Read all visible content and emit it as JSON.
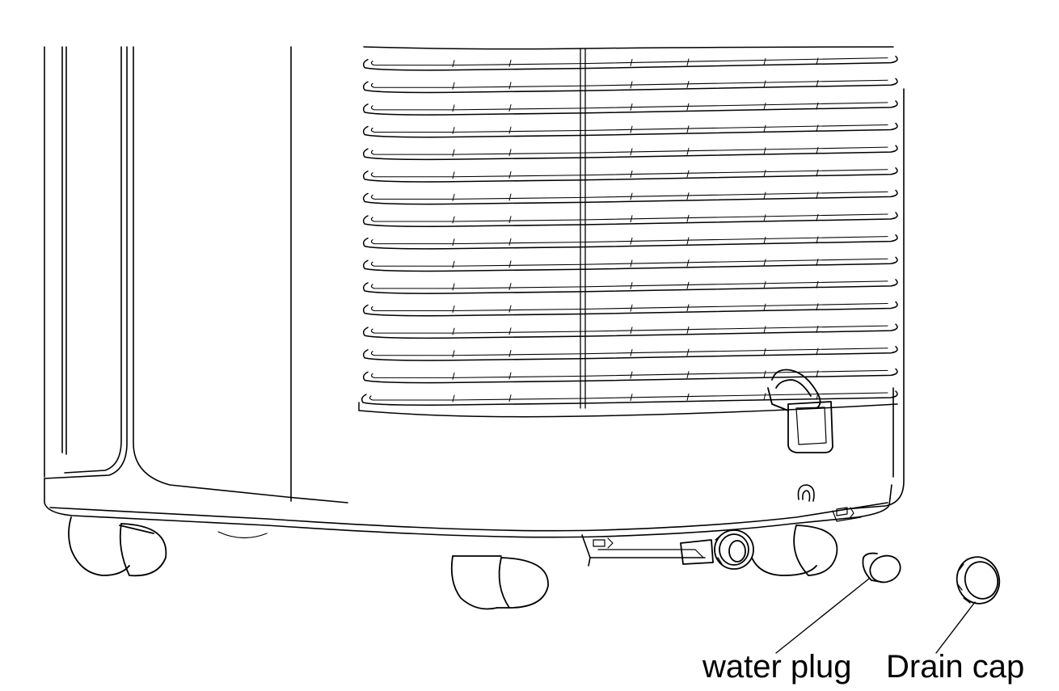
{
  "labels": {
    "water_plug": "water plug",
    "drain_cap": "Drain cap"
  },
  "style": {
    "stroke": "#000000",
    "background": "#ffffff",
    "body_fill": "#ffffff",
    "shade": "#bdbdbd"
  },
  "grille": {
    "slat_count": 16
  }
}
